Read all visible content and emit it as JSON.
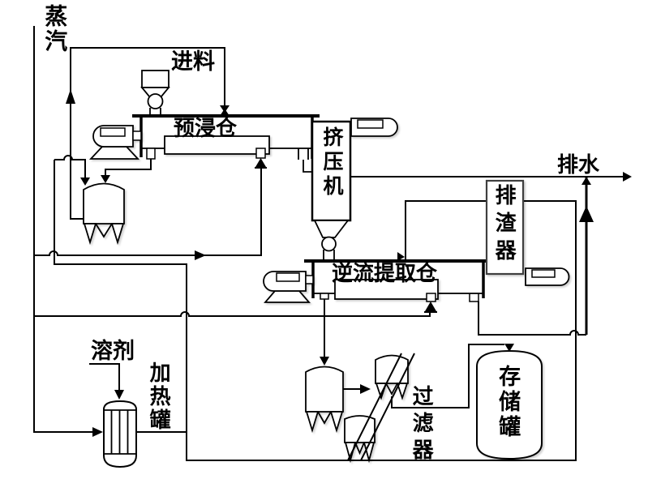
{
  "diagram": {
    "background": "#ffffff",
    "line_color": "#000000",
    "labels": {
      "steam": "蒸汽",
      "feed": "进料",
      "presoak_chamber": "预浸仓",
      "extruder": "挤压机",
      "drain": "排水",
      "slag_discharger": "排渣器",
      "extraction_chamber": "逆流提取仓",
      "solvent": "溶剂",
      "heating_tank": "加热罐",
      "filter": "过滤器",
      "storage_tank": "存储罐"
    }
  }
}
